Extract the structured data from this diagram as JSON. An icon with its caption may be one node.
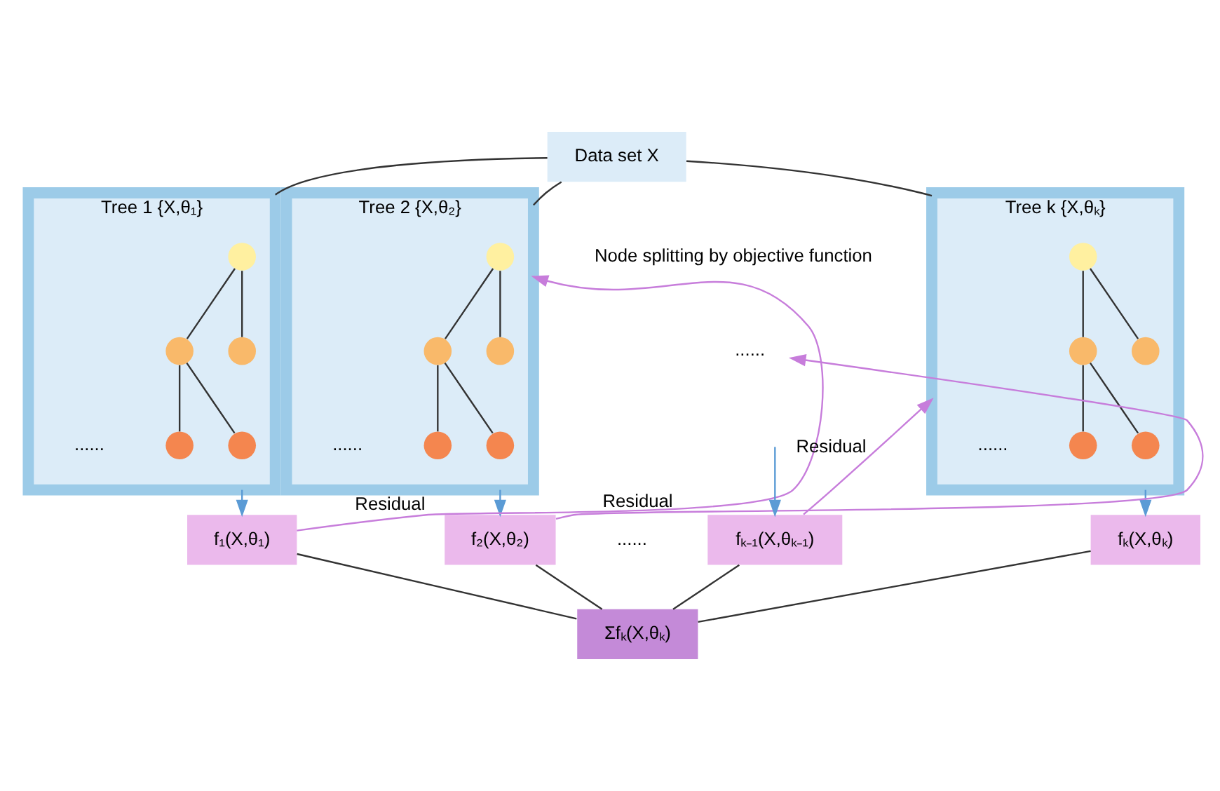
{
  "diagram": {
    "nodes": [
      {
        "text": [
          "Data set X"
        ]
      },
      {
        "text": [
          "Tree 1 {X,θ₁}"
        ]
      },
      {
        "text": [],
        "shape": "circle",
        "in": 1
      },
      {
        "text": [],
        "shape": "circle",
        "in": 1
      },
      {
        "text": [],
        "shape": "circle",
        "in": 1
      },
      {
        "text": [],
        "shape": "circle",
        "in": 1
      },
      {
        "text": [],
        "shape": "circle",
        "in": 1
      },
      {
        "text": [
          "Tree 2 {X,θ₂}"
        ]
      },
      {
        "text": [],
        "shape": "circle",
        "in": 7
      },
      {
        "text": [],
        "shape": "circle",
        "in": 7
      },
      {
        "text": [],
        "shape": "circle",
        "in": 7
      },
      {
        "text": [],
        "shape": "circle",
        "in": 7
      },
      {
        "text": [],
        "shape": "circle",
        "in": 7
      },
      {
        "text": [
          "......"
        ]
      },
      {
        "text": [
          "Tree k {X,θₖ}"
        ]
      },
      {
        "text": [],
        "shape": "circle",
        "in": 14
      },
      {
        "text": [],
        "shape": "circle",
        "in": 14
      },
      {
        "text": [],
        "shape": "circle",
        "in": 14
      },
      {
        "text": [],
        "shape": "circle",
        "in": 14
      },
      {
        "text": [],
        "shape": "circle",
        "in": 14
      },
      {
        "text": [
          "f₁(X,θ₁)"
        ]
      },
      {
        "text": [
          "f₂(X,θ₂)"
        ]
      },
      {
        "text": [
          "fₖ₋₁(X,θₖ₋₁)"
        ]
      },
      {
        "text": [
          "fₖ(X,θₖ)"
        ]
      },
      {
        "text": [
          "Σfₖ(X,θₖ)"
        ]
      }
    ],
    "edges": [
      {
        "from": 0,
        "to": 1,
        "arrow": "none"
      },
      {
        "from": 0,
        "to": 7,
        "arrow": "none"
      },
      {
        "from": 0,
        "to": 14,
        "arrow": "none"
      },
      {
        "from": 2,
        "to": 3,
        "arrow": "none"
      },
      {
        "from": 2,
        "to": 4,
        "arrow": "none"
      },
      {
        "from": 3,
        "to": 5,
        "arrow": "none"
      },
      {
        "from": 3,
        "to": 6,
        "arrow": "none"
      },
      {
        "from": 8,
        "to": 9,
        "arrow": "none"
      },
      {
        "from": 8,
        "to": 10,
        "arrow": "none"
      },
      {
        "from": 9,
        "to": 11,
        "arrow": "none"
      },
      {
        "from": 9,
        "to": 12,
        "arrow": "none"
      },
      {
        "from": 15,
        "to": 16,
        "arrow": "none"
      },
      {
        "from": 15,
        "to": 17,
        "arrow": "none"
      },
      {
        "from": 16,
        "to": 18,
        "arrow": "none"
      },
      {
        "from": 16,
        "to": 19,
        "arrow": "none"
      },
      {
        "from": 1,
        "to": 20,
        "arrow": "to",
        "color": "#5b9bd5"
      },
      {
        "from": 20,
        "to": 7,
        "arrow": "to",
        "label": "Residual",
        "color": "#c77ddb"
      },
      {
        "from": 7,
        "to": 21,
        "arrow": "to",
        "color": "#5b9bd5"
      },
      {
        "from": 21,
        "to": 13,
        "arrow": "to",
        "label": "Residual",
        "color": "#c77ddb"
      },
      {
        "from": null,
        "to": 22,
        "arrow": "to",
        "color": "#5b9bd5"
      },
      {
        "from": 22,
        "to": 14,
        "arrow": "to",
        "label": "Residual",
        "color": "#c77ddb"
      },
      {
        "from": 14,
        "to": 23,
        "arrow": "to",
        "color": "#5b9bd5"
      },
      {
        "from": 20,
        "to": 24,
        "arrow": "none"
      },
      {
        "from": 21,
        "to": 24,
        "arrow": "none"
      },
      {
        "from": 22,
        "to": 24,
        "arrow": "none"
      },
      {
        "from": 23,
        "to": 24,
        "arrow": "none"
      }
    ],
    "labels": [
      "Node splitting by objective function",
      "......",
      "......",
      "......",
      "......"
    ]
  }
}
